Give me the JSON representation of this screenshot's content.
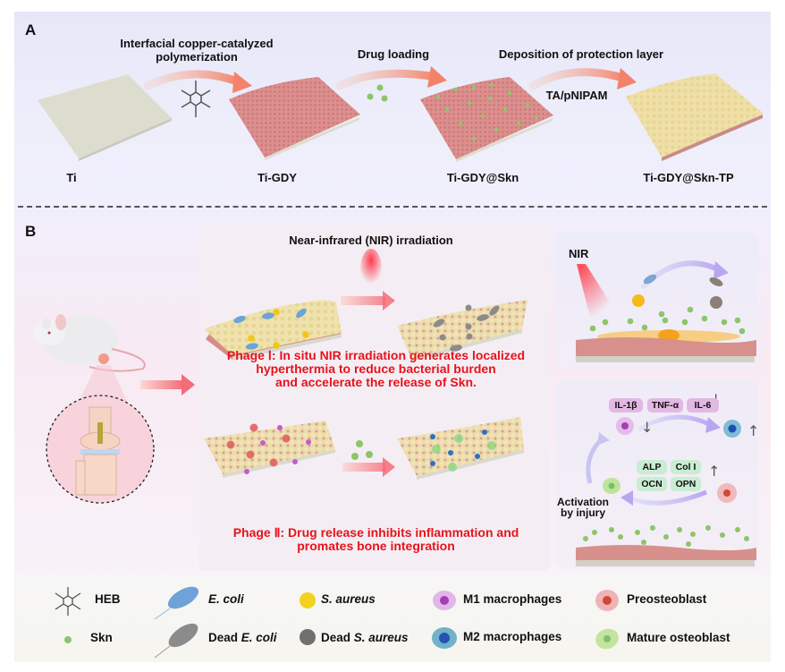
{
  "panel_a": {
    "letter": "A",
    "steps": [
      {
        "label": "Interfacial copper-catalyzed",
        "label2": "polymerization"
      },
      {
        "label": "Drug loading"
      },
      {
        "label": "Deposition of protection layer",
        "sublabel": "TA/pNIPAM"
      }
    ],
    "materials": [
      "Ti",
      "Ti-GDY",
      "Ti-GDY@Skn",
      "Ti-GDY@Skn-TP"
    ]
  },
  "panel_b": {
    "letter": "B",
    "nir_title": "Near-infrared (NIR) irradiation",
    "phase1": {
      "line1": "Phage Ⅰ: In situ NIR irradiation generates localized",
      "line2": "hyperthermia to reduce bacterial burden",
      "line3": "and accelerate the release of Skn."
    },
    "phase2": {
      "line1": "Phage Ⅱ: Drug release inhibits inflammation and",
      "line2": "promates bone integration"
    },
    "detail_top": {
      "nir_label": "NIR"
    },
    "detail_bottom": {
      "cytokines": [
        "IL-1β",
        "TNF-α",
        "IL-6"
      ],
      "markers": [
        "ALP",
        "Col I",
        "OCN",
        "OPN"
      ],
      "activation_label1": "Activation",
      "activation_label2": "by injury"
    }
  },
  "legend": {
    "items": [
      {
        "label": "HEB",
        "icon": "heb-molecule-icon"
      },
      {
        "label": "E. coli",
        "icon": "e-coli-icon",
        "italic": true
      },
      {
        "label": "S. aureus",
        "icon": "s-aureus-icon",
        "italic": true
      },
      {
        "label": "M1 macrophages",
        "icon": "m1-macrophage-icon"
      },
      {
        "label": "Preosteoblast",
        "icon": "preosteoblast-icon"
      },
      {
        "label": "Skn",
        "icon": "skn-drug-icon"
      },
      {
        "prefix": "Dead ",
        "label": "E. coli",
        "icon": "dead-e-coli-icon"
      },
      {
        "prefix": "Dead ",
        "label": "S. aureus",
        "icon": "dead-s-aureus-icon"
      },
      {
        "label": "M2 macrophages",
        "icon": "m2-macrophage-icon"
      },
      {
        "label": "Mature osteoblast",
        "icon": "mature-osteoblast-icon"
      }
    ]
  },
  "colors": {
    "accent_red": "#e8121b",
    "panel_bg_top": "#e9e9f9",
    "gdy_pink": "#d98b8b",
    "tp_yellow": "#efe0a8",
    "skn_green": "#8cc56a"
  }
}
